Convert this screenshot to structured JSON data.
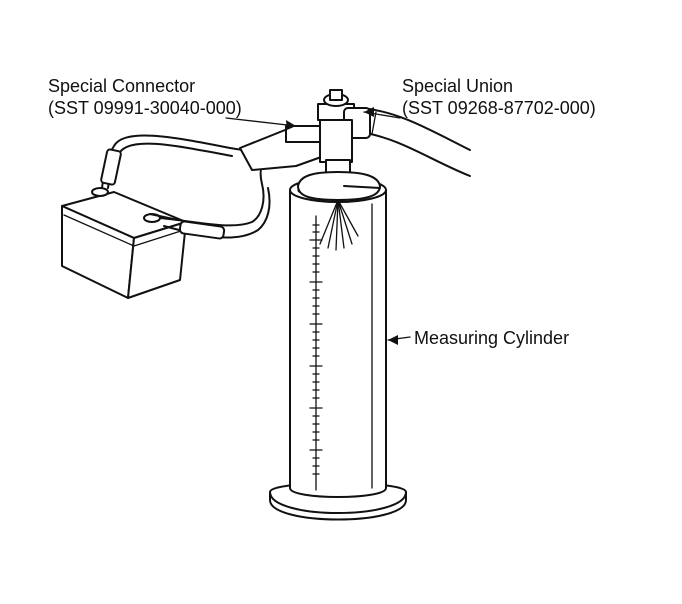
{
  "labels": {
    "special_connector_title": "Special Connector",
    "special_connector_code": "(SST 09991-30040-000)",
    "special_union_title": "Special Union",
    "special_union_code": "(SST 09268-87702-000)",
    "measuring_cylinder": "Measuring Cylinder"
  },
  "icons": {
    "battery": "battery-icon",
    "measuring_cylinder": "measuring-cylinder-icon",
    "injector": "injector-icon"
  },
  "colors": {
    "ink": "#111111",
    "paper": "#ffffff"
  }
}
